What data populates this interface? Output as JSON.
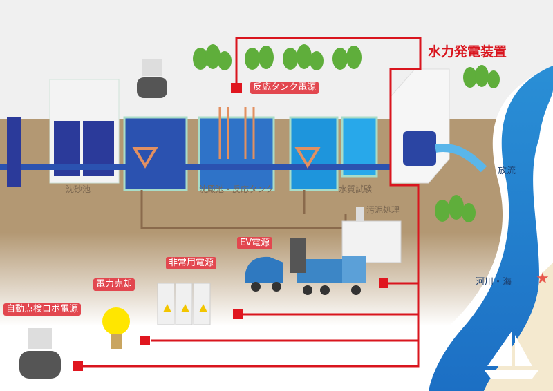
{
  "title": "水力発電装置",
  "power_labels": {
    "reaction_tank": "反応タンク電源",
    "ev": "EV電源",
    "emergency": "非常用電源",
    "sale": "電力売却",
    "robot": "自動点検ロボ電源"
  },
  "facility_labels": {
    "grit_chamber": "沈砂池",
    "settling_reaction": "沈殿池・反応タンク",
    "water_test": "水質試験",
    "sludge": "汚泥処理",
    "discharge": "放流",
    "river_sea": "河川・海"
  },
  "colors": {
    "accent_red": "#e2474f",
    "line_red": "#d9151e",
    "water": "#1e8fd8",
    "ground": "#b79d7c"
  }
}
